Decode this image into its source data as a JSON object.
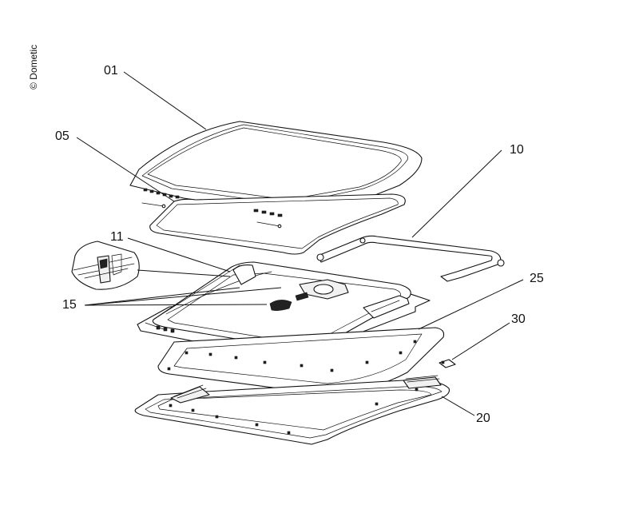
{
  "copyright": "© Dometic",
  "callouts": {
    "c01": "01",
    "c05": "05",
    "c10": "10",
    "c11": "11",
    "c15": "15",
    "c25": "25",
    "c30": "30",
    "c20": "20"
  }
}
